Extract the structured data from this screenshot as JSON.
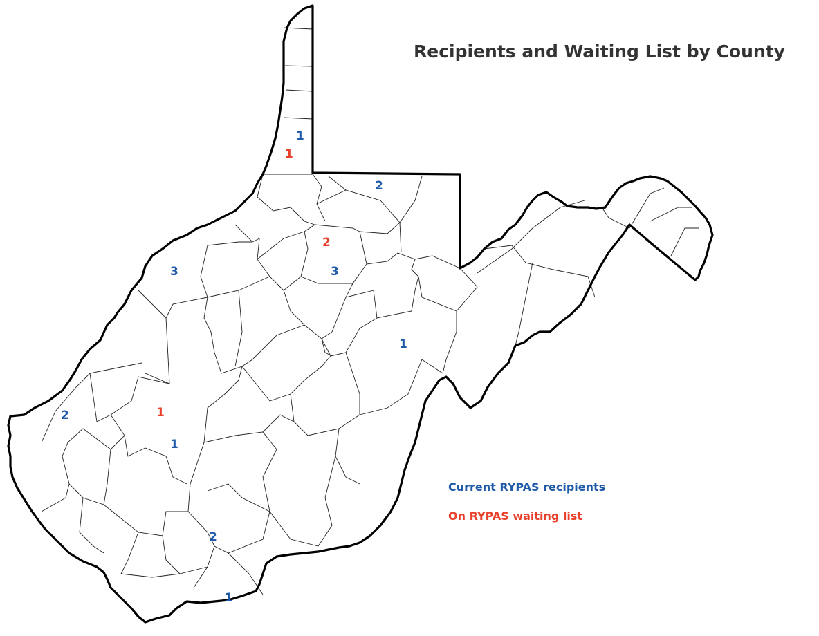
{
  "title": "Recipients and Waiting List by County",
  "legend": {
    "recipients": {
      "label": "Current RYPAS recipients",
      "color": "#1f5aa8"
    },
    "waiting": {
      "label": "On RYPAS waiting list",
      "color": "#e8402a"
    }
  },
  "counts": [
    {
      "id": "ohio-county-recipients",
      "type": "recipients",
      "value": "1"
    },
    {
      "id": "ohio-county-waiting",
      "type": "waiting",
      "value": "1"
    },
    {
      "id": "monongalia-recipients",
      "type": "recipients",
      "value": "2"
    },
    {
      "id": "harrison-waiting",
      "type": "waiting",
      "value": "2"
    },
    {
      "id": "harrison-recipients",
      "type": "recipients",
      "value": "3"
    },
    {
      "id": "wood-recipients",
      "type": "recipients",
      "value": "3"
    },
    {
      "id": "randolph-recipients",
      "type": "recipients",
      "value": "1"
    },
    {
      "id": "cabell-recipients",
      "type": "recipients",
      "value": "2"
    },
    {
      "id": "kanawha-waiting",
      "type": "waiting",
      "value": "1"
    },
    {
      "id": "kanawha-recipients",
      "type": "recipients",
      "value": "1"
    },
    {
      "id": "raleigh-recipients",
      "type": "recipients",
      "value": "2"
    },
    {
      "id": "mercer-recipients",
      "type": "recipients",
      "value": "1"
    }
  ]
}
